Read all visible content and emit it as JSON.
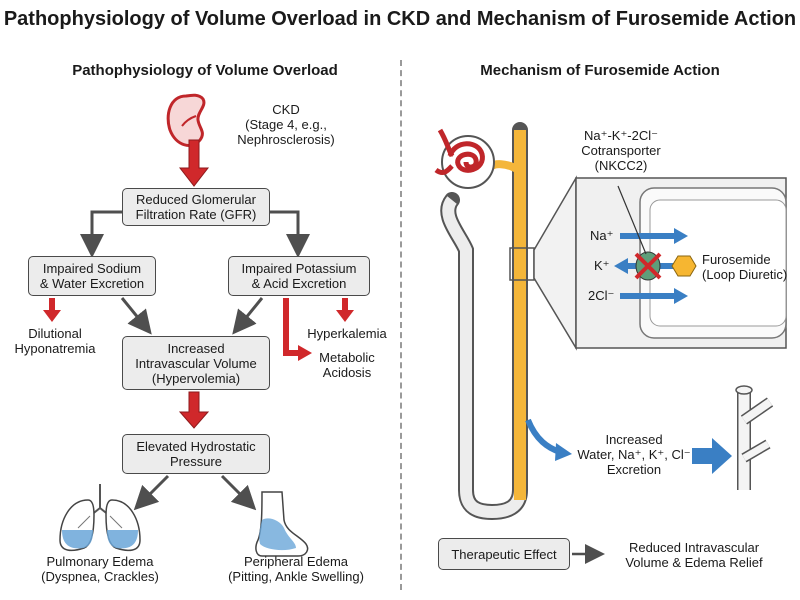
{
  "title": "Pathophysiology of Volume Overload in CKD and Mechanism of Furosemide Action",
  "left_panel": {
    "title": "Pathophysiology of Volume Overload",
    "ckd_label": [
      "CKD",
      "(Stage 4, e.g.,",
      "Nephrosclerosis)"
    ],
    "gfr_box": [
      "Reduced Glomerular",
      "Filtration Rate (GFR)"
    ],
    "sodium_box": [
      "Impaired Sodium",
      "& Water Excretion"
    ],
    "potassium_box": [
      "Impaired Potassium",
      "& Acid Excretion"
    ],
    "hyponatremia": [
      "Dilutional",
      "Hyponatremia"
    ],
    "hyperkalemia": "Hyperkalemia",
    "acidosis": [
      "Metabolic",
      "Acidosis"
    ],
    "volume_box": [
      "Increased",
      "Intravascular Volume",
      "(Hypervolemia)"
    ],
    "pressure_box": [
      "Elevated Hydrostatic",
      "Pressure"
    ],
    "pulmonary": [
      "Pulmonary Edema",
      "(Dyspnea, Crackles)"
    ],
    "peripheral": [
      "Peripheral Edema",
      "(Pitting, Ankle Swelling)"
    ]
  },
  "right_panel": {
    "title": "Mechanism of Furosemide Action",
    "cotransporter": [
      "Na⁺-K⁺-2Cl⁻",
      "Cotransporter",
      "(NKCC2)"
    ],
    "ion_na": "Na⁺",
    "ion_k": "K⁺",
    "ion_cl": "2Cl⁻",
    "drug": [
      "Furosemide",
      "(Loop Diuretic)"
    ],
    "excretion": [
      "Increased",
      "Water, Na⁺, K⁺, Cl⁻",
      "Excretion"
    ],
    "effect_box": "Therapeutic Effect",
    "effect_result": [
      "Reduced Intravascular",
      "Volume & Edema Relief"
    ]
  },
  "colors": {
    "red_arrow": "#d0282b",
    "gray_arrow": "#4f4f4f",
    "yellow_tubule": "#f4b63a",
    "blue_ion": "#3a7fc4",
    "drug_hex": "#f6b631",
    "edema_blue": "#6aa6d8"
  }
}
